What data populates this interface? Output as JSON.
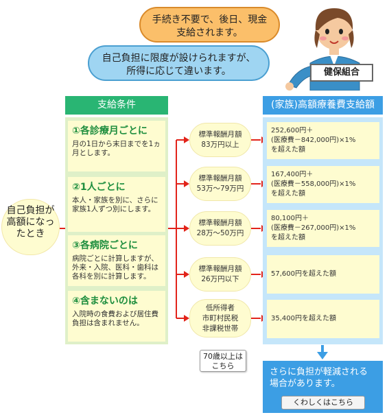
{
  "bubbles": {
    "orange": "手続き不要で、後日、現金支給されます。",
    "blue": "自己負担に限度が設けられますが、所得に応じて違います。"
  },
  "badge": "健保組合",
  "headers": {
    "conditions": "支給条件",
    "amounts": "(家族)高額療養費支給額"
  },
  "trigger": "自己負担が高額になったとき",
  "conditions": [
    {
      "title": "①各診療月ごとに",
      "body": "月の1日から末日までを1ヵ月とします。"
    },
    {
      "title": "②1人ごとに",
      "body": "本人・家族を別に、さらに家族1人ずつ別にします。"
    },
    {
      "title": "③各病院ごとに",
      "body": "病院ごとに計算しますが、外来・入院、医科・歯科は各科を別に計算します。"
    },
    {
      "title": "④含まないのは",
      "body": "入院時の食費および居住費負担は含まれません。"
    }
  ],
  "income_levels": [
    {
      "line1": "標準報酬月額",
      "line2": "83万円以上"
    },
    {
      "line1": "標準報酬月額",
      "line2": "53万～79万円"
    },
    {
      "line1": "標準報酬月額",
      "line2": "28万～50万円"
    },
    {
      "line1": "標準報酬月額",
      "line2": "26万円以下"
    },
    {
      "line1": "低所得者",
      "line2": "市町村民税",
      "line3": "非課税世帯"
    }
  ],
  "amounts": [
    {
      "line1": "252,600円＋",
      "line2": "(医療費－842,000円)×1%",
      "line3": "を超えた額"
    },
    {
      "line1": "167,400円＋",
      "line2": "(医療費－558,000円)×1%",
      "line3": "を超えた額"
    },
    {
      "line1": "80,100円＋",
      "line2": "(医療費－267,000円)×1%",
      "line3": "を超えた額"
    },
    {
      "line1": "57,600円を超えた額"
    },
    {
      "line1": "35,400円を超えた額"
    }
  ],
  "over70_button": "70歳以上はこちら",
  "more_reduction": "さらに負担が軽減される場合があります。",
  "detail_button": "くわしくはこちら",
  "colors": {
    "green": "#29b573",
    "blue": "#3c9ee4",
    "red": "#e2231a",
    "cream": "#fefcd0"
  }
}
